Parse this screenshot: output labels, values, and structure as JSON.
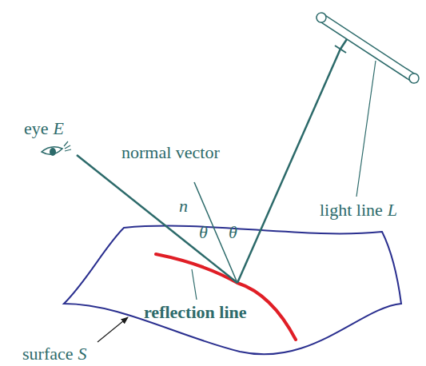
{
  "diagram": {
    "labels": [
      "eye",
      "E",
      "normal vector",
      "n",
      "light line",
      "L",
      "θ",
      "θ",
      "reflection line",
      "surface",
      "S"
    ]
  }
}
